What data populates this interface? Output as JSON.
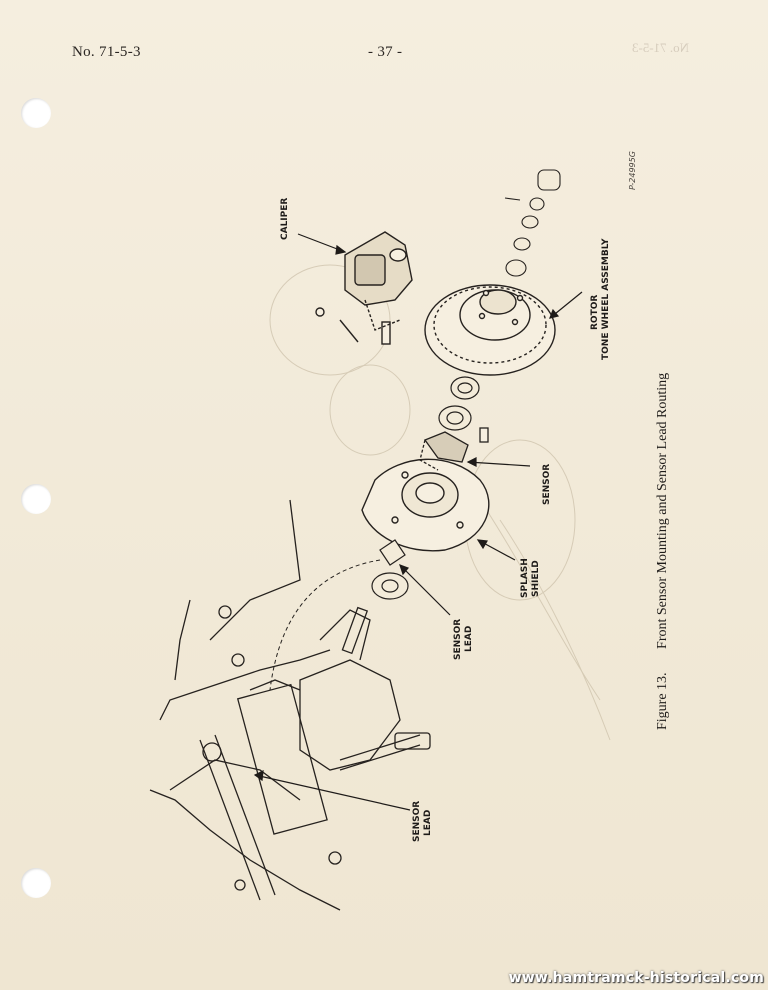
{
  "header": {
    "doc_number": "No. 71-5-3",
    "page_number": "- 37 -"
  },
  "figure": {
    "caption_number": "Figure 13.",
    "caption_title": "Front Sensor Mounting and Sensor Lead Routing",
    "ref_code": "P-24995G",
    "labels": {
      "caliper": "CALIPER",
      "rotor_line1": "ROTOR",
      "rotor_line2": "TONE WHEEL ASSEMBLY",
      "sensor": "SENSOR",
      "splash_line1": "SPLASH",
      "splash_line2": "SHIELD",
      "sensor_lead_top_line1": "SENSOR",
      "sensor_lead_top_line2": "LEAD",
      "sensor_lead_bottom_line1": "SENSOR",
      "sensor_lead_bottom_line2": "LEAD"
    }
  },
  "watermark": "www.hamtramck-historical.com"
}
